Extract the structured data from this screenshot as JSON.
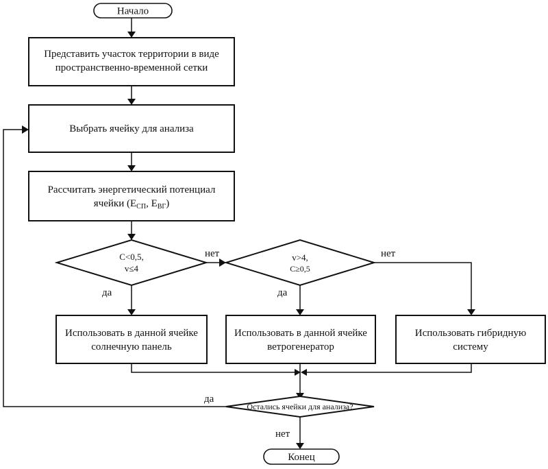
{
  "nodes": {
    "start": "Начало",
    "grid_line1": "Представить участок территории в виде",
    "grid_line2": "пространственно-временной сетки",
    "select_cell": "Выбрать ячейку для анализа",
    "calc_line1": "Рассчитать энергетический потенциал",
    "calc_line2": "ячейки (E",
    "calc_sub1": "СП",
    "calc_sep": ", E",
    "calc_sub2": "ВГ",
    "calc_end": ")",
    "cond1_line1": "C<0,5,",
    "cond1_line2": "v≤4",
    "cond2_line1": "v>4,",
    "cond2_line2": "C≥0,5",
    "solar_line1": "Использовать в данной ячейке",
    "solar_line2": "солнечную панель",
    "wind_line1": "Использовать в данной ячейке",
    "wind_line2": "ветрогенератор",
    "hybrid_line1": "Использовать гибридную",
    "hybrid_line2": "систему",
    "remain": "Остались ячейки для анализа?",
    "end": "Конец"
  },
  "edge_labels": {
    "cond1_no": "нет",
    "cond1_yes": "да",
    "cond2_no": "нет",
    "cond2_yes": "да",
    "remain_yes": "да",
    "remain_no": "нет"
  }
}
